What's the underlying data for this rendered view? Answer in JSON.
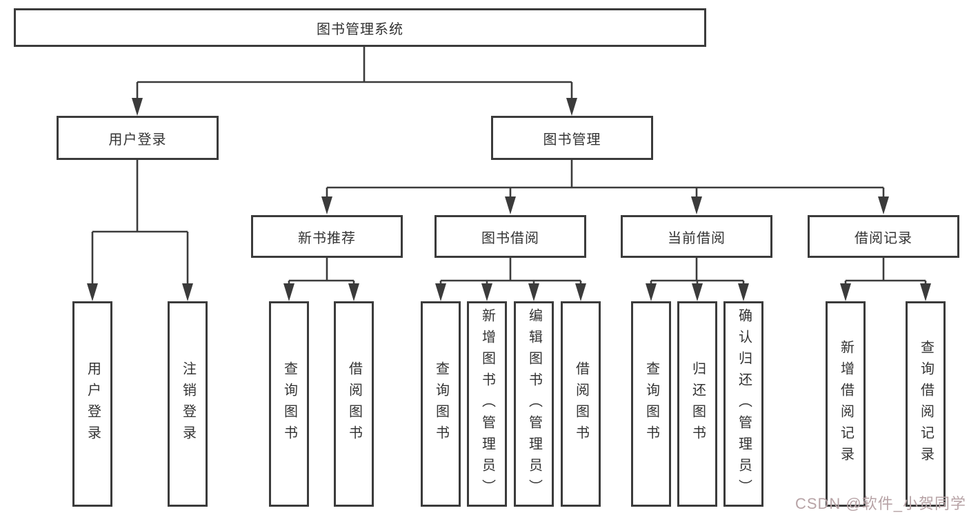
{
  "diagram": {
    "type": "hierarchy",
    "title": "图书管理系统"
  },
  "tree": {
    "root": {
      "id": "system",
      "label": "图书管理系统"
    },
    "children": [
      {
        "id": "user-login",
        "label": "用户登录",
        "children": [
          {
            "id": "leaf-user-login",
            "label": "用户登录"
          },
          {
            "id": "leaf-logout",
            "label": "注销登录"
          }
        ]
      },
      {
        "id": "book-management",
        "label": "图书管理",
        "children": [
          {
            "id": "new-book-recommend",
            "label": "新书推荐",
            "children": [
              {
                "id": "leaf-query-book-1",
                "label": "查询图书"
              },
              {
                "id": "leaf-borrow-book-1",
                "label": "借阅图书"
              }
            ]
          },
          {
            "id": "book-borrow",
            "label": "图书借阅",
            "children": [
              {
                "id": "leaf-query-book-2",
                "label": "查询图书"
              },
              {
                "id": "leaf-add-book-admin",
                "label": "新增图书（管理员）"
              },
              {
                "id": "leaf-edit-book-admin",
                "label": "编辑图书（管理员）"
              },
              {
                "id": "leaf-borrow-book-2",
                "label": "借阅图书"
              }
            ]
          },
          {
            "id": "current-borrow",
            "label": "当前借阅",
            "children": [
              {
                "id": "leaf-query-book-3",
                "label": "查询图书"
              },
              {
                "id": "leaf-return-book",
                "label": "归还图书"
              },
              {
                "id": "leaf-confirm-return-admin",
                "label": "确认归还（管理员）"
              }
            ]
          },
          {
            "id": "borrow-record",
            "label": "借阅记录",
            "children": [
              {
                "id": "leaf-add-borrow-record",
                "label": "新增借阅记录"
              },
              {
                "id": "leaf-query-borrow-record",
                "label": "查询借阅记录"
              }
            ]
          }
        ]
      }
    ]
  },
  "watermark": {
    "text": "CSDN @软件_小贺同学"
  },
  "colors": {
    "line": "#3b3b3b",
    "text": "#333333",
    "background": "#ffffff",
    "watermark": "#b7a3a6"
  }
}
